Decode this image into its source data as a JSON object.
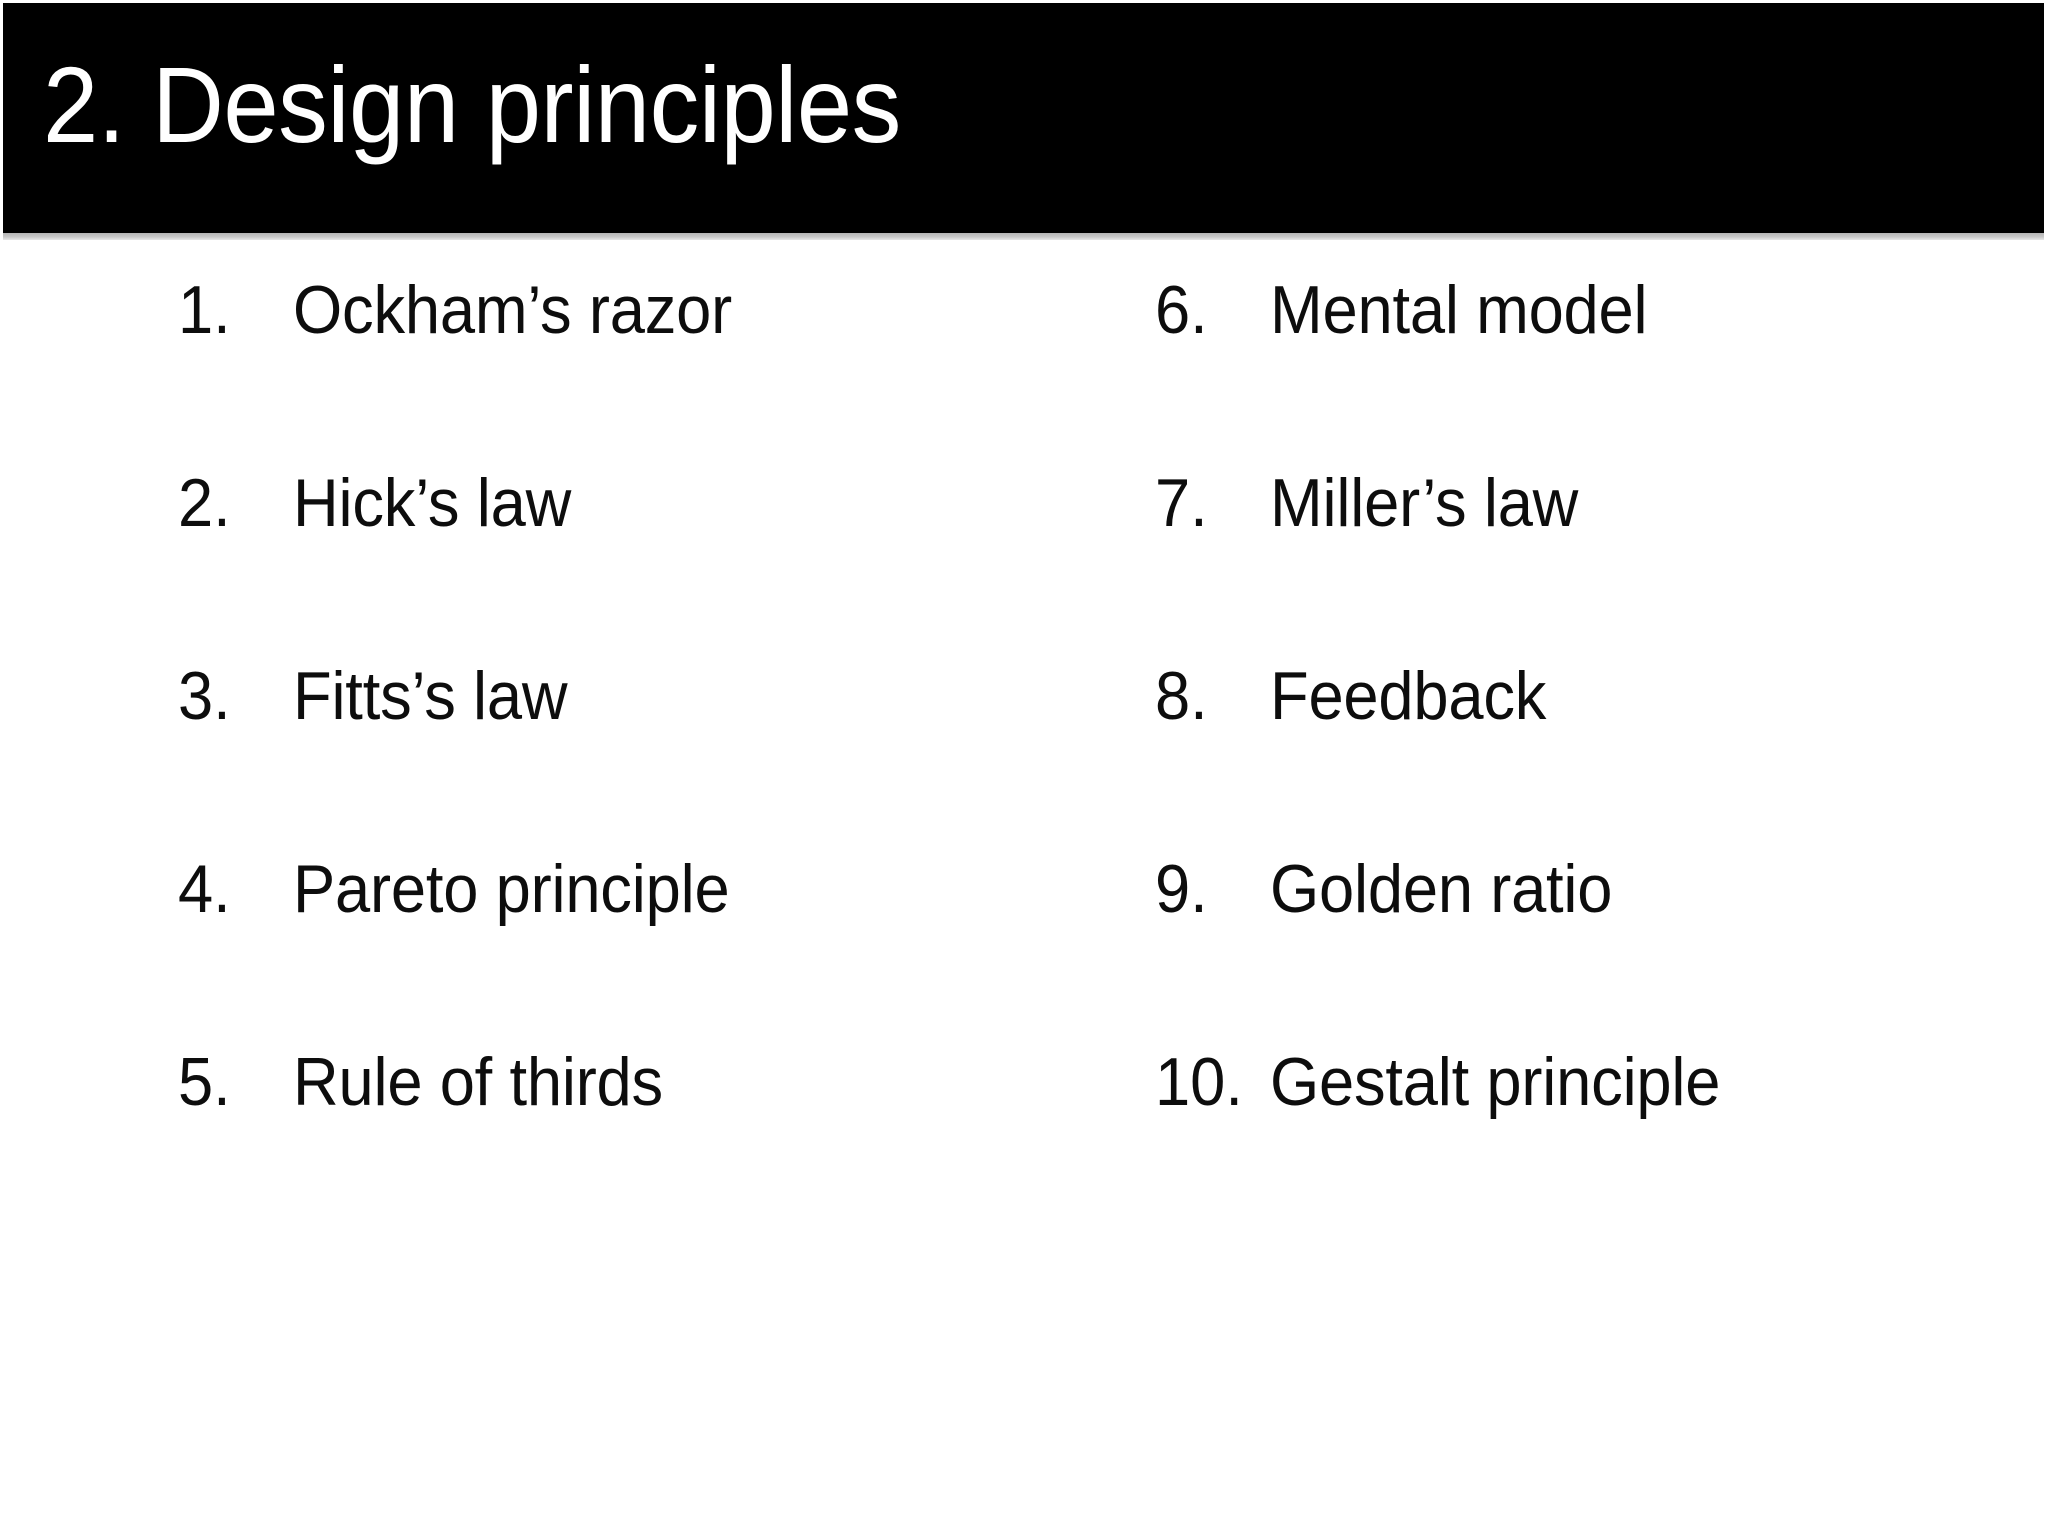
{
  "slide": {
    "title": "2. Design principles",
    "title_bar_color": "#000000",
    "title_text_color": "#ffffff",
    "background_color": "#ffffff",
    "body_text_color": "#0d0d0d"
  },
  "columns": {
    "left": [
      {
        "number": "1.",
        "label": "Ockham’s razor"
      },
      {
        "number": "2.",
        "label": "Hick’s law"
      },
      {
        "number": "3.",
        "label": "Fitts’s law"
      },
      {
        "number": "4.",
        "label": "Pareto principle"
      },
      {
        "number": "5.",
        "label": "Rule of thirds"
      }
    ],
    "right": [
      {
        "number": "6.",
        "label": "Mental model"
      },
      {
        "number": "7.",
        "label": "Miller’s law"
      },
      {
        "number": "8.",
        "label": "Feedback"
      },
      {
        "number": "9.",
        "label": "Golden ratio"
      },
      {
        "number": "10.",
        "label": "Gestalt principle"
      }
    ]
  }
}
